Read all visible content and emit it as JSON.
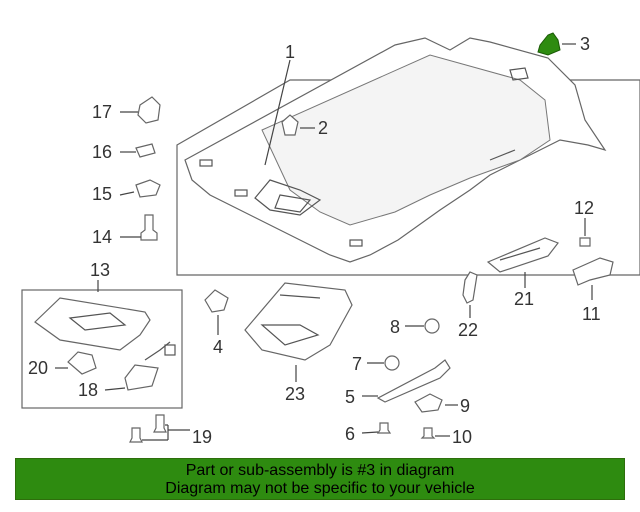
{
  "callouts": {
    "c1": "1",
    "c2": "2",
    "c3": "3",
    "c4": "4",
    "c5": "5",
    "c6": "6",
    "c7": "7",
    "c8": "8",
    "c9": "9",
    "c10": "10",
    "c11": "11",
    "c12": "12",
    "c13": "13",
    "c14": "14",
    "c15": "15",
    "c16": "16",
    "c17": "17",
    "c18": "18",
    "c19": "19",
    "c20": "20",
    "c21": "21",
    "c22": "22",
    "c23": "23"
  },
  "highlight": {
    "part": "3",
    "color": "#2e8b10"
  },
  "banner": {
    "line1": "Part or sub-assembly is #3 in diagram",
    "line2": "Diagram may not be specific to your vehicle",
    "color": "#2e8b10"
  }
}
